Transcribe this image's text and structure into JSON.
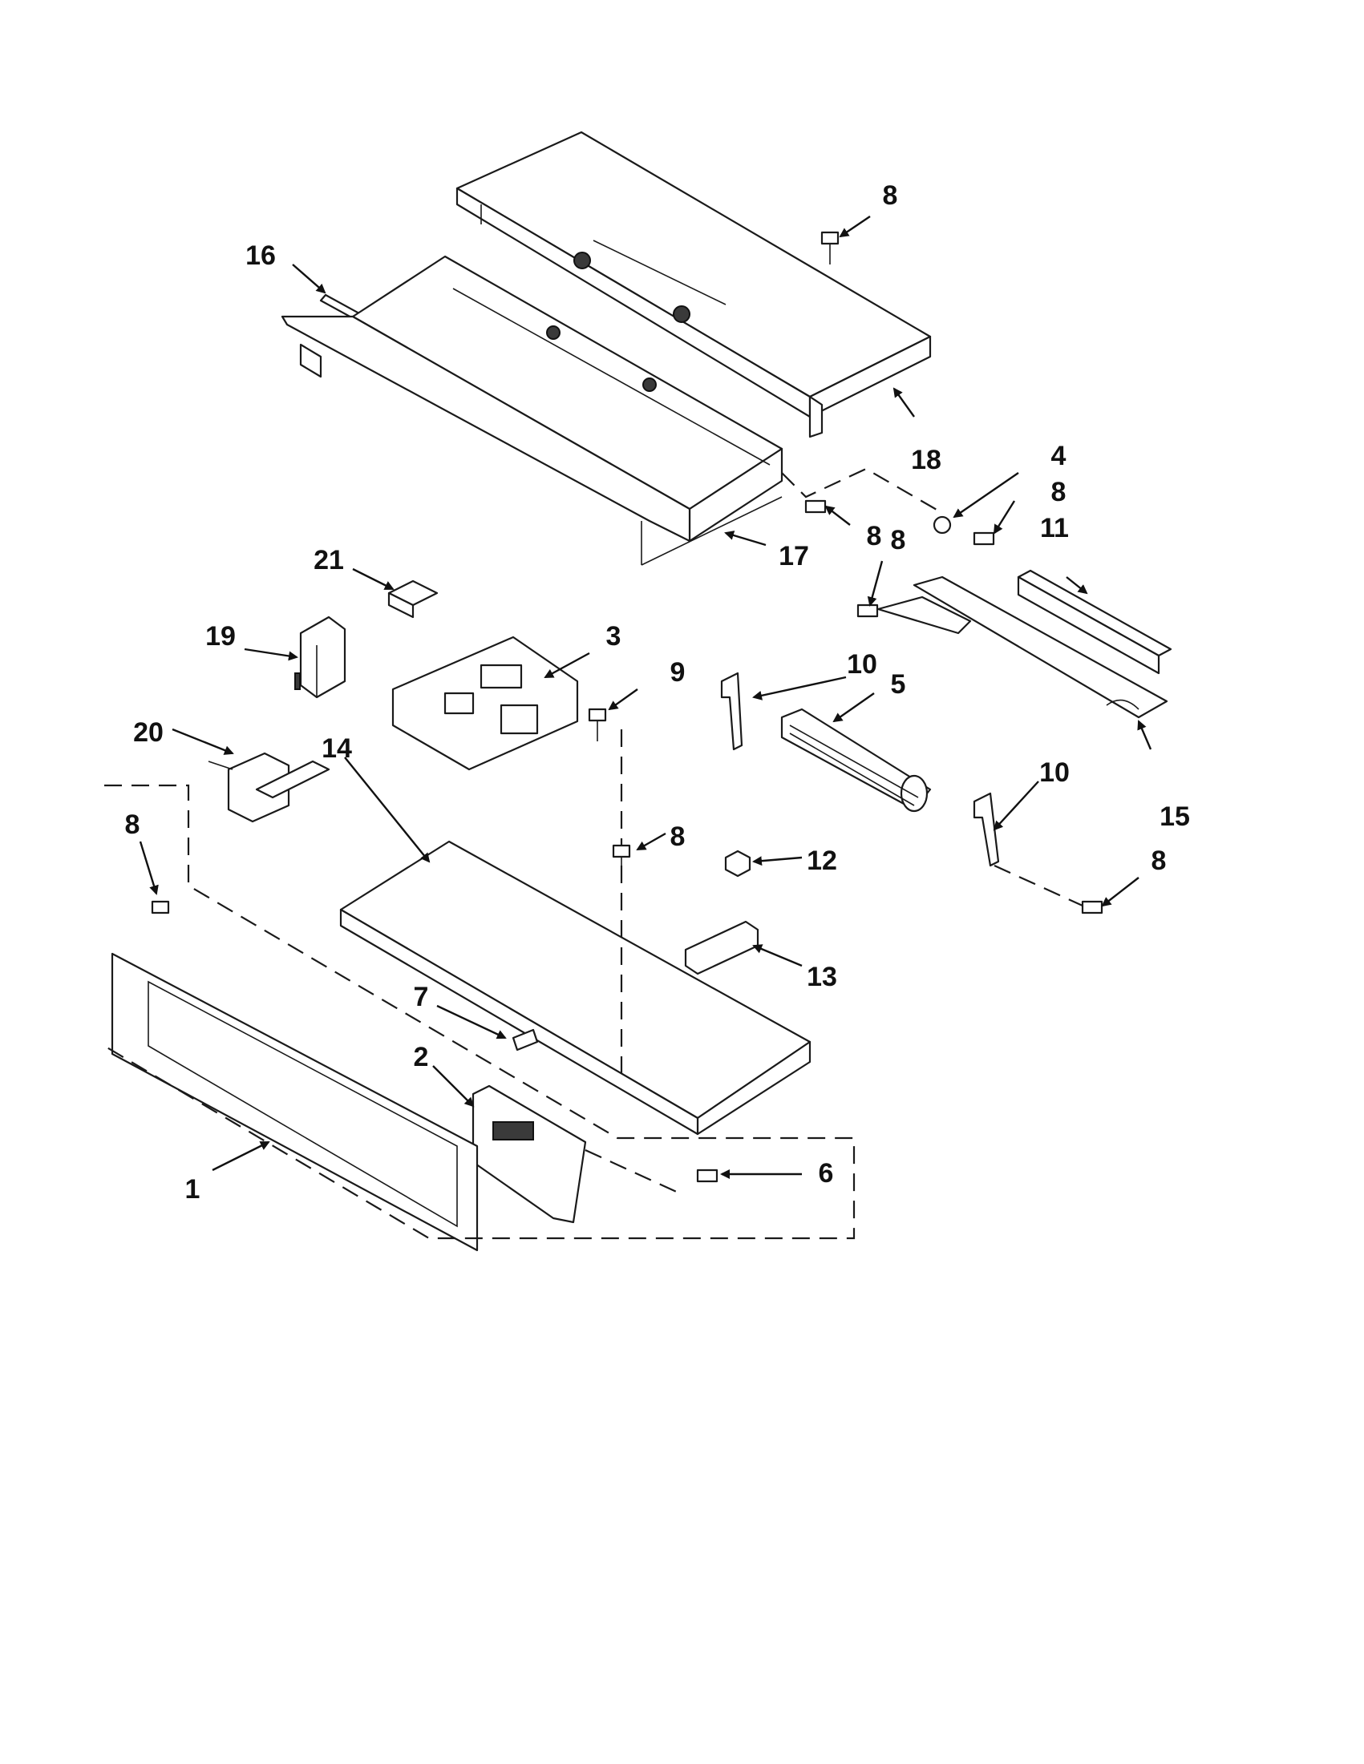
{
  "callouts": [
    {
      "id": "c1",
      "text": "1"
    },
    {
      "id": "c2",
      "text": "2"
    },
    {
      "id": "c3",
      "text": "3"
    },
    {
      "id": "c4",
      "text": "4"
    },
    {
      "id": "c5",
      "text": "5"
    },
    {
      "id": "c6",
      "text": "6"
    },
    {
      "id": "c7",
      "text": "7"
    },
    {
      "id": "c8a",
      "text": "8"
    },
    {
      "id": "c8b",
      "text": "8"
    },
    {
      "id": "c8c",
      "text": "8"
    },
    {
      "id": "c8d",
      "text": "8"
    },
    {
      "id": "c8e",
      "text": "8"
    },
    {
      "id": "c8f",
      "text": "8"
    },
    {
      "id": "c8g",
      "text": "8"
    },
    {
      "id": "c9",
      "text": "9"
    },
    {
      "id": "c10a",
      "text": "10"
    },
    {
      "id": "c10b",
      "text": "10"
    },
    {
      "id": "c11",
      "text": "11"
    },
    {
      "id": "c12",
      "text": "12"
    },
    {
      "id": "c13",
      "text": "13"
    },
    {
      "id": "c14",
      "text": "14"
    },
    {
      "id": "c15",
      "text": "15"
    },
    {
      "id": "c16",
      "text": "16"
    },
    {
      "id": "c17",
      "text": "17"
    },
    {
      "id": "c18",
      "text": "18"
    },
    {
      "id": "c19",
      "text": "19"
    },
    {
      "id": "c20",
      "text": "20"
    },
    {
      "id": "c21",
      "text": "21"
    }
  ]
}
